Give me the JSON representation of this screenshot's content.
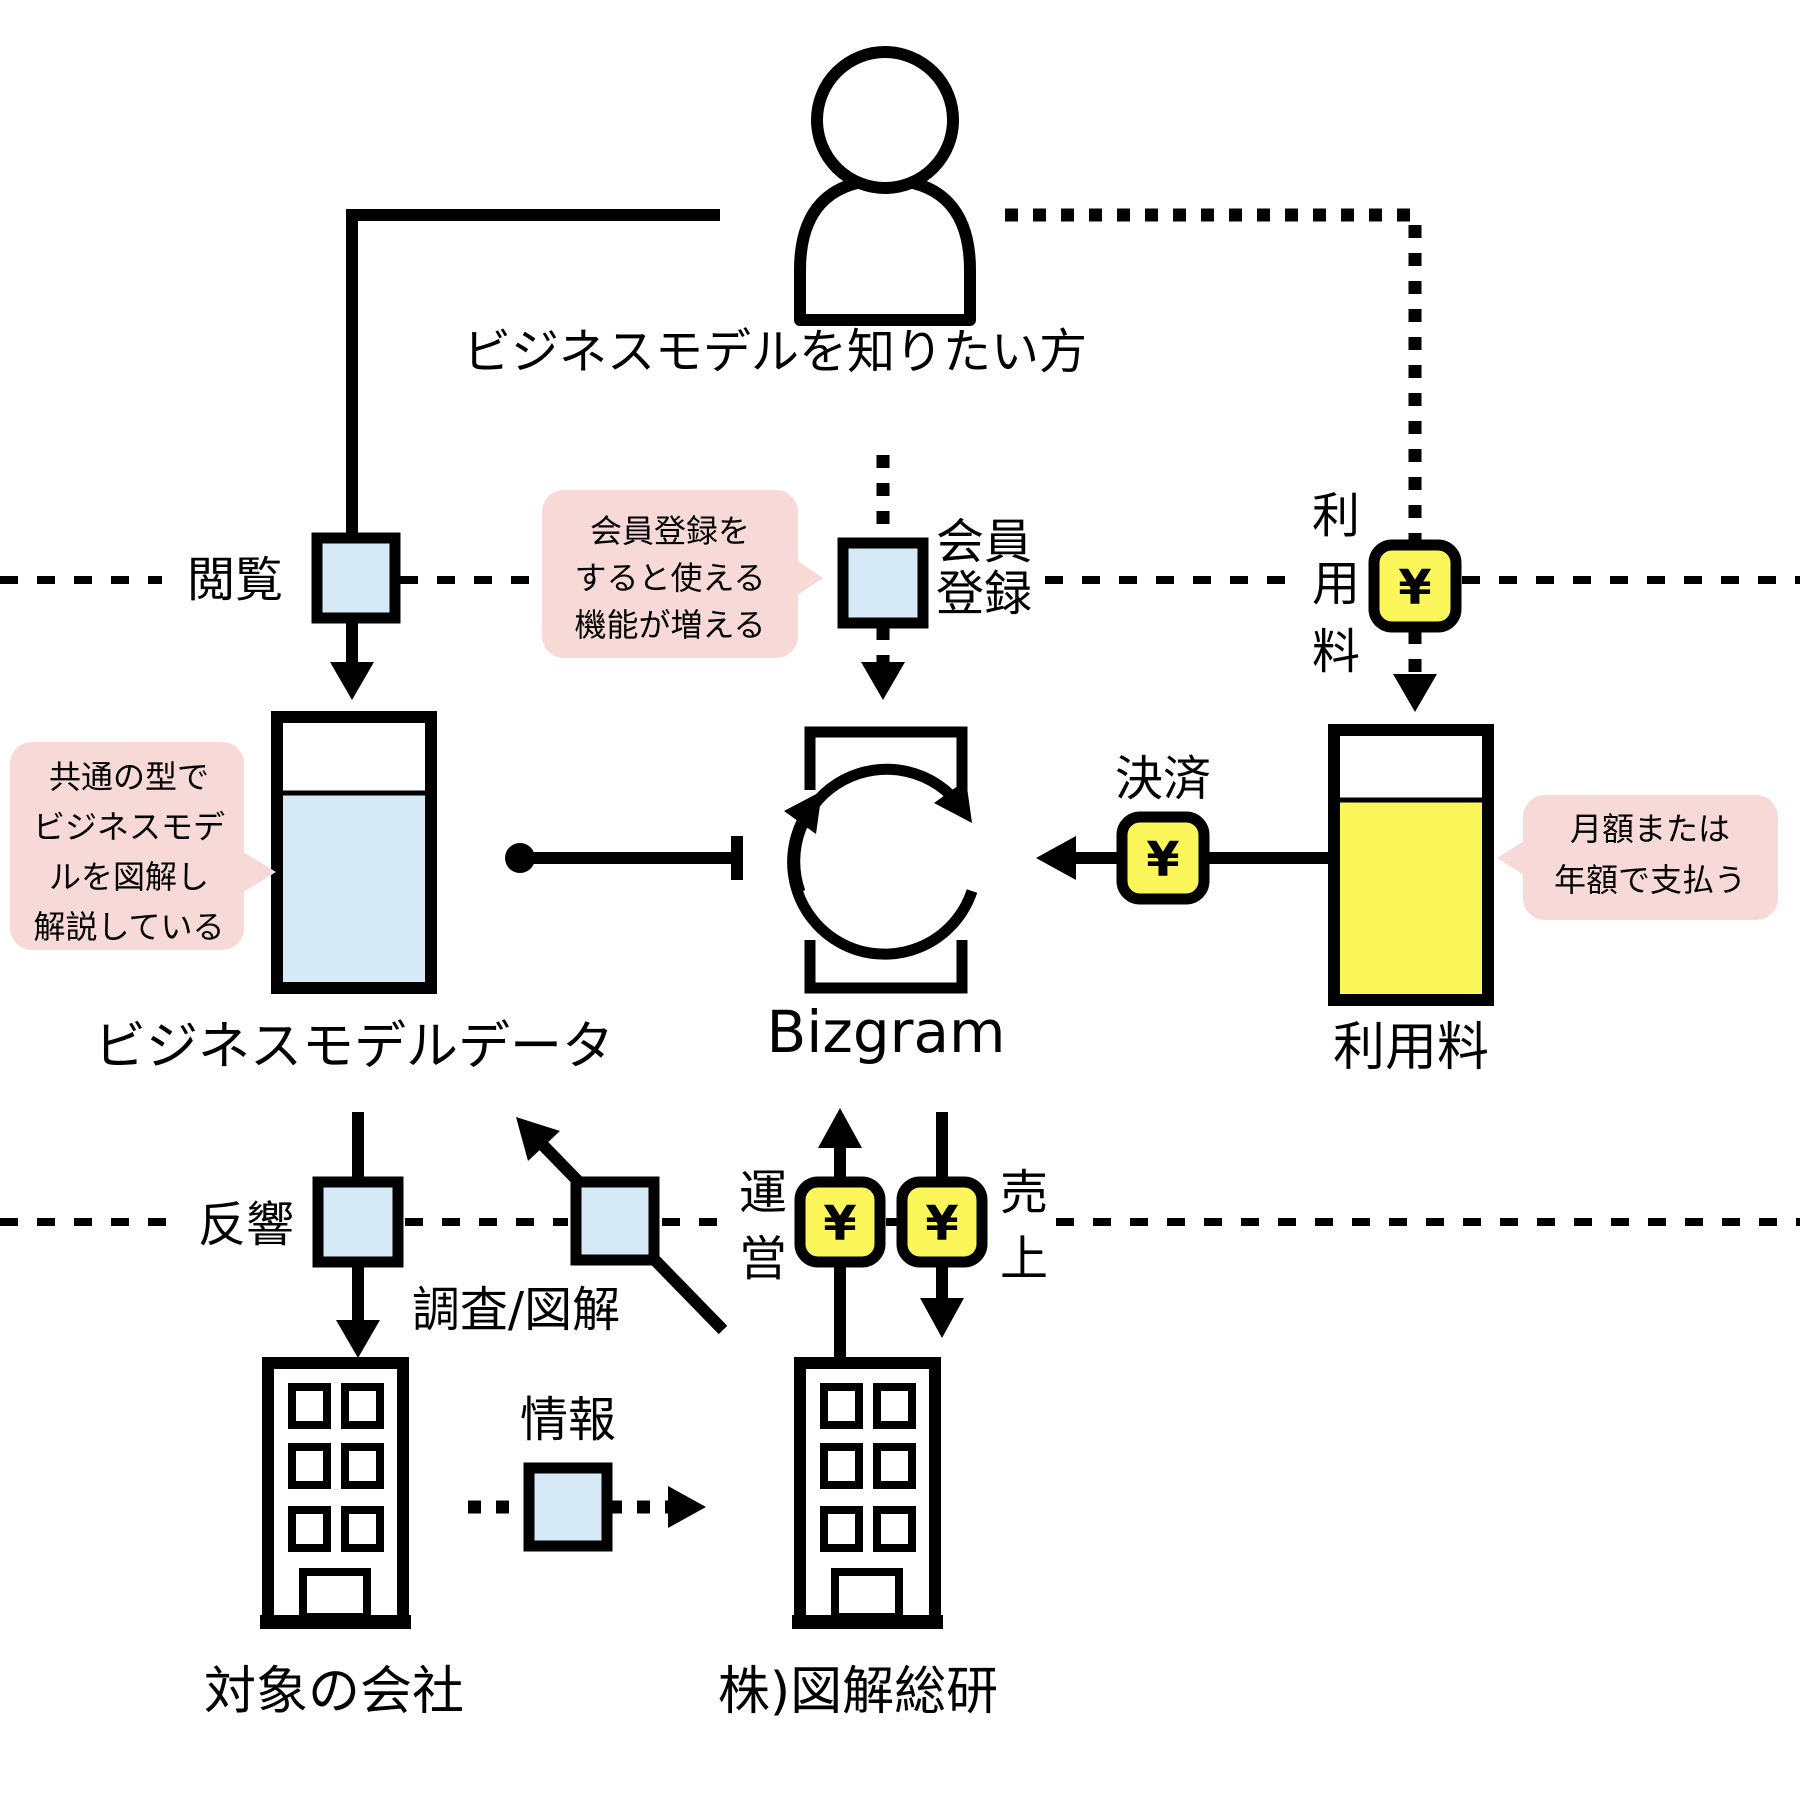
{
  "colors": {
    "accent_blue": "#d5e9f6",
    "accent_yellow": "#fbf75b",
    "callout_pink": "#f7d9d7",
    "line_black": "#000000",
    "background": "#ffffff"
  },
  "persona": {
    "label": "ビジネスモデルを知りたい方"
  },
  "nodes": {
    "data_container": {
      "label": "ビジネスモデルデータ"
    },
    "bizgram": {
      "label": "Bizgram"
    },
    "fee_container": {
      "label": "利用料"
    },
    "target_company": {
      "label": "対象の会社"
    },
    "zukai_soken": {
      "label": "株)図解総研"
    }
  },
  "flows": {
    "browse": {
      "label": "閲覧"
    },
    "member": {
      "label_top": "会員",
      "label_bottom": "登録"
    },
    "usage_fee": {
      "c1": "利",
      "c2": "用",
      "c3": "料",
      "yen": "¥"
    },
    "payment": {
      "label": "決済",
      "yen": "¥"
    },
    "operation": {
      "c1": "運",
      "c2": "営",
      "yen": "¥"
    },
    "sales": {
      "c1": "売",
      "c2": "上",
      "yen": "¥"
    },
    "response": {
      "label": "反響"
    },
    "research": {
      "label": "調査/図解"
    },
    "info": {
      "label": "情報"
    }
  },
  "callouts": {
    "member_benefit": {
      "line1": "会員登録を",
      "line2": "すると使える",
      "line3": "機能が増える"
    },
    "common_format": {
      "line1": "共通の型で",
      "line2": "ビジネスモデ",
      "line3": "ルを図解し",
      "line4": "解説している"
    },
    "billing": {
      "line1": "月額または",
      "line2": "年額で支払う"
    }
  }
}
